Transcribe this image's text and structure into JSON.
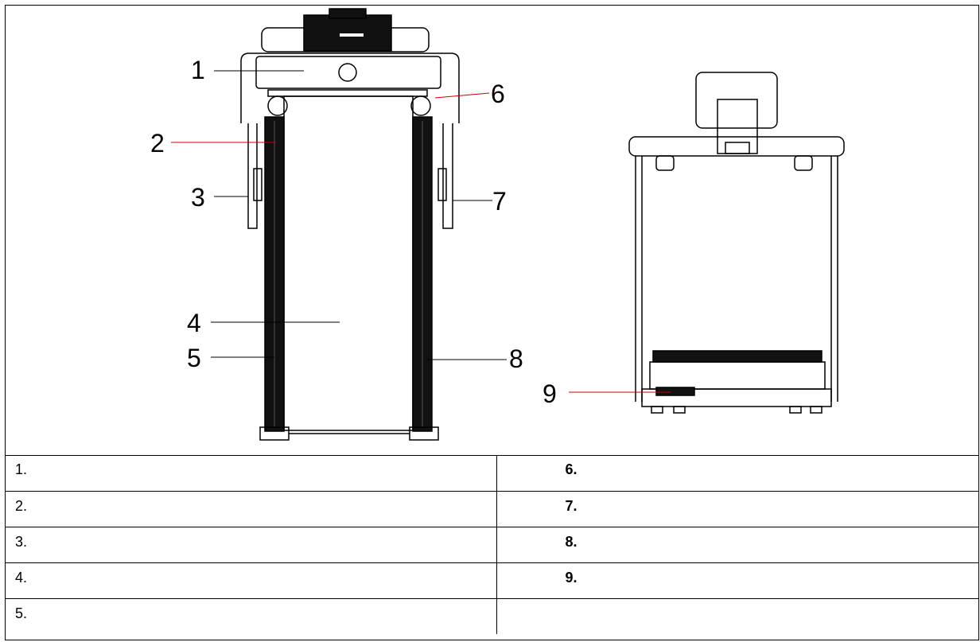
{
  "callouts": {
    "c1": "1",
    "c2": "2",
    "c3": "3",
    "c4": "4",
    "c5": "5",
    "c6": "6",
    "c7": "7",
    "c8": "8",
    "c9": "9"
  },
  "parts_table": {
    "rows": [
      {
        "left": "1.",
        "right": "6."
      },
      {
        "left": "2.",
        "right": "7."
      },
      {
        "left": "3.",
        "right": "8."
      },
      {
        "left": "4.",
        "right": "9."
      },
      {
        "left": "5.",
        "right": ""
      }
    ]
  },
  "colors": {
    "line": "#000000",
    "belt_rail": "#111111",
    "red_leader": "#cc0000"
  }
}
